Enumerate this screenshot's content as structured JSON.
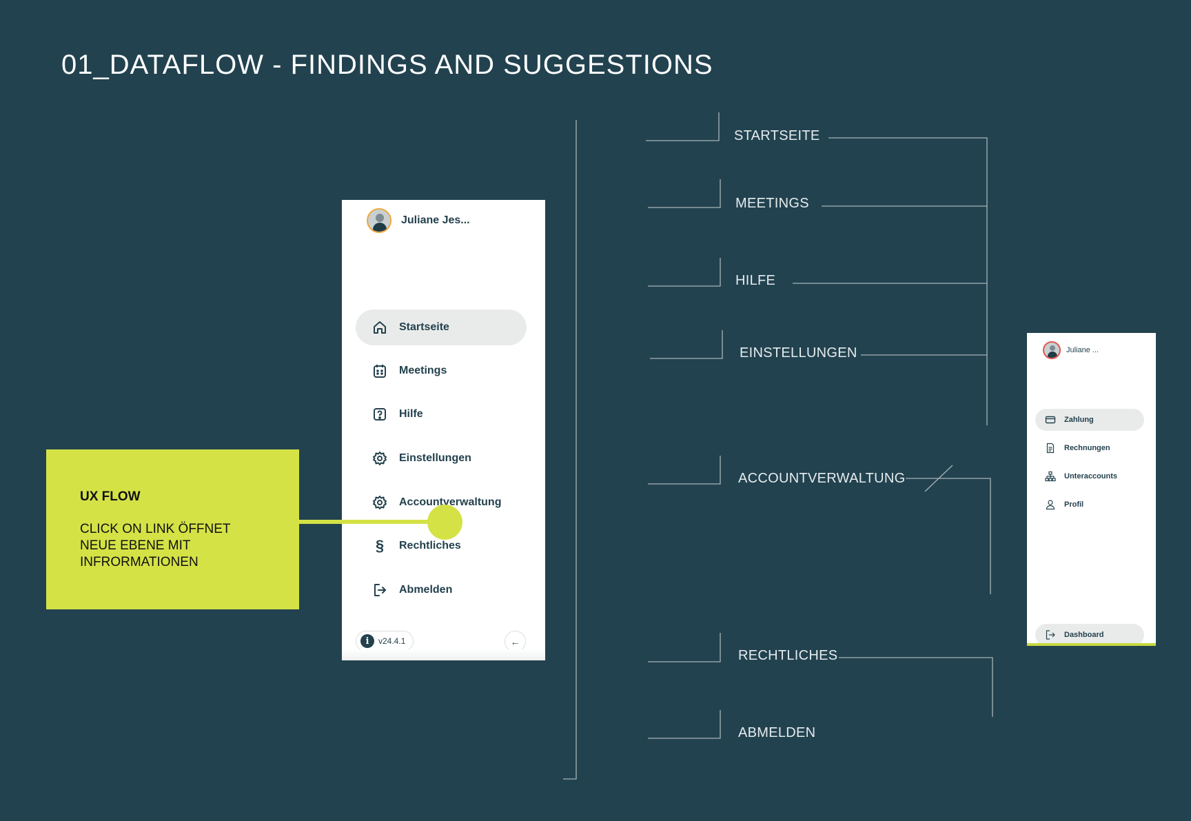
{
  "page": {
    "title": "01_DATAFLOW - FINDINGS AND SUGGESTIONS"
  },
  "main_menu": {
    "user_name": "Juliane Jes...",
    "items": [
      {
        "label": "Startseite",
        "icon": "home-icon",
        "active": true
      },
      {
        "label": "Meetings",
        "icon": "calendar-icon",
        "active": false
      },
      {
        "label": "Hilfe",
        "icon": "help-icon",
        "active": false
      },
      {
        "label": "Einstellungen",
        "icon": "gear-icon",
        "active": false
      },
      {
        "label": "Accountverwaltung",
        "icon": "gear-icon",
        "active": false
      },
      {
        "label": "Rechtliches",
        "icon": "paragraph-icon",
        "active": false
      },
      {
        "label": "Abmelden",
        "icon": "logout-icon",
        "active": false
      }
    ],
    "version": "v24.4.1",
    "info_glyph": "i",
    "collapse_glyph": "←"
  },
  "note": {
    "title": "UX FLOW",
    "text": "CLICK ON LINK ÖFFNET NEUE EBENE MIT INFRORMATIONEN",
    "color": "#d4e246"
  },
  "flow_labels": [
    "STARTSEITE",
    "MEETINGS",
    "HILFE",
    "EINSTELLUNGEN",
    "ACCOUNTVERWALTUNG",
    "RECHTLICHES",
    "ABMELDEN"
  ],
  "sub_menu": {
    "user_name": "Juliane ...",
    "items": [
      {
        "label": "Zahlung",
        "icon": "credit-card-icon",
        "active": true
      },
      {
        "label": "Rechnungen",
        "icon": "document-icon",
        "active": false
      },
      {
        "label": "Unteraccounts",
        "icon": "hierarchy-icon",
        "active": false
      },
      {
        "label": "Profil",
        "icon": "user-icon",
        "active": false
      }
    ],
    "footer_item": {
      "label": "Dashboard",
      "icon": "logout-icon"
    }
  },
  "colors": {
    "background": "#22424f",
    "accent": "#d4e246",
    "text_dark": "#23414d",
    "line": "#a9b4b8"
  }
}
